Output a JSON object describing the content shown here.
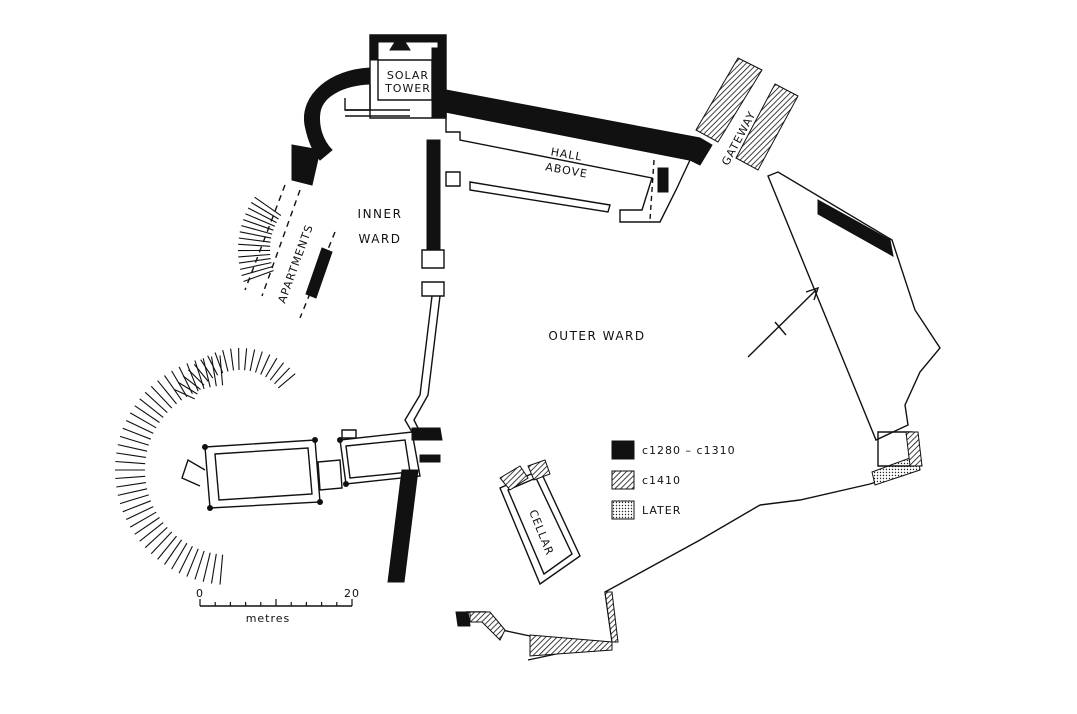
{
  "labels": {
    "solar_tower_1": "SOLAR",
    "solar_tower_2": "TOWER",
    "hall_1": "HALL",
    "hall_2": "ABOVE",
    "gateway": "GATEWAY",
    "inner_ward_1": "INNER",
    "inner_ward_2": "WARD",
    "apartments": "APARTMENTS",
    "outer_ward": "OUTER WARD",
    "cellar": "CELLAR"
  },
  "legend": [
    {
      "label": "c1280 – c1310",
      "style": "solid"
    },
    {
      "label": "c1410",
      "style": "hatched"
    },
    {
      "label": "LATER",
      "style": "stippled"
    }
  ],
  "scale": {
    "start": "0",
    "end": "20",
    "unit": "metres"
  },
  "colors": {
    "ink": "#111111",
    "paper": "#ffffff"
  },
  "north_arrow_icon": "north-arrow-icon"
}
